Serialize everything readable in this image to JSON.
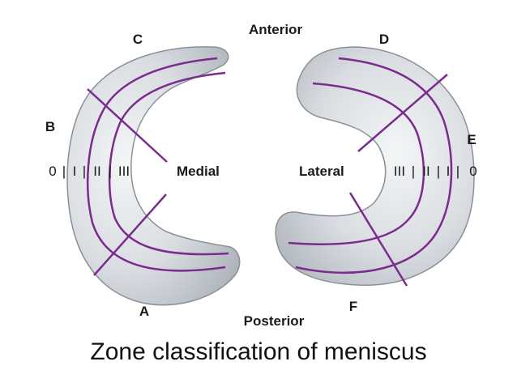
{
  "labels": {
    "anterior": "Anterior",
    "posterior": "Posterior",
    "medial": "Medial",
    "lateral": "Lateral"
  },
  "regions": {
    "a": "A",
    "b": "B",
    "c": "C",
    "d": "D",
    "e": "E",
    "f": "F"
  },
  "zones": {
    "medial": [
      "0",
      "I",
      "II",
      "III"
    ],
    "lateral": [
      "III",
      "II",
      "I",
      "0"
    ]
  },
  "caption": "Zone classification of meniscus",
  "colors": {
    "meniscus_fill": "#c9ced3",
    "meniscus_highlight": "#eef1f3",
    "meniscus_outline": "#8a9096",
    "zone_line": "#7b2a8e",
    "text": "#1a1a1a"
  }
}
